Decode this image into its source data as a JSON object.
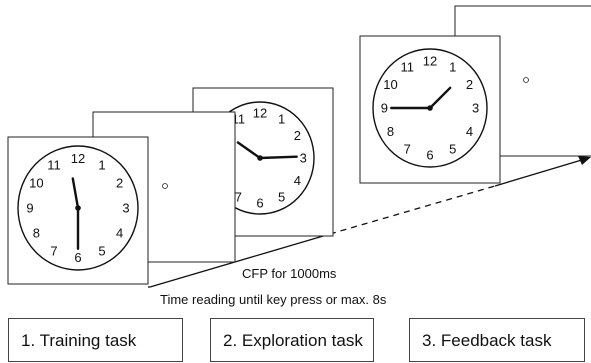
{
  "clock_numerals": [
    "12",
    "1",
    "2",
    "3",
    "4",
    "5",
    "6",
    "7",
    "8",
    "9",
    "10",
    "11"
  ],
  "screens": [
    {
      "id": "screen1-clock",
      "hands": {
        "hour_deg": -10,
        "minute_deg": 180
      }
    },
    {
      "id": "screen2-fixation"
    },
    {
      "id": "screen3-clock",
      "hands": {
        "hour_deg": -55,
        "minute_deg": 88
      }
    },
    {
      "id": "screen4-clock",
      "hands": {
        "hour_deg": 45,
        "minute_deg": -90
      }
    },
    {
      "id": "screen5-fixation"
    }
  ],
  "captions": {
    "cfp": "CFP for 1000ms",
    "time_reading": "Time reading until key press or max. 8s"
  },
  "tasks": [
    {
      "label": "1. Training task"
    },
    {
      "label": "2. Exploration task"
    },
    {
      "label": "3. Feedback task"
    }
  ]
}
